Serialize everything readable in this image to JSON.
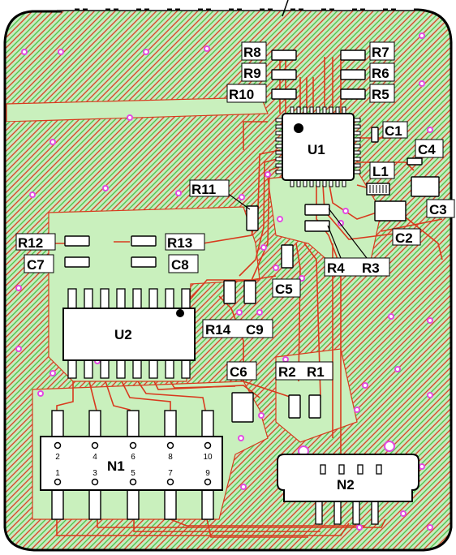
{
  "board": {
    "colors": {
      "copper": "#d83a1e",
      "hatch_green": "#49c244",
      "background": "#ffffff",
      "via": "#e24be2",
      "outline": "#000000",
      "pad": "#ffffff"
    }
  },
  "labels": {
    "r8": "R8",
    "r9": "R9",
    "r10": "R10",
    "r7": "R7",
    "r6": "R6",
    "r5": "R5",
    "c1": "C1",
    "c4": "C4",
    "c3": "C3",
    "l1": "L1",
    "c2": "C2",
    "u1": "U1",
    "r11": "R11",
    "r12": "R12",
    "c7": "C7",
    "r13": "R13",
    "c8": "C8",
    "r4": "R4",
    "r3": "R3",
    "c5": "C5",
    "u2": "U2",
    "r14": "R14",
    "c9": "C9",
    "c6": "C6",
    "r2": "R2",
    "r1": "R1",
    "n1": "N1",
    "n2": "N2"
  },
  "connector_n1": {
    "pins_top": [
      "2",
      "4",
      "6",
      "8",
      "10"
    ],
    "pins_bottom": [
      "1",
      "3",
      "5",
      "7",
      "9"
    ]
  }
}
